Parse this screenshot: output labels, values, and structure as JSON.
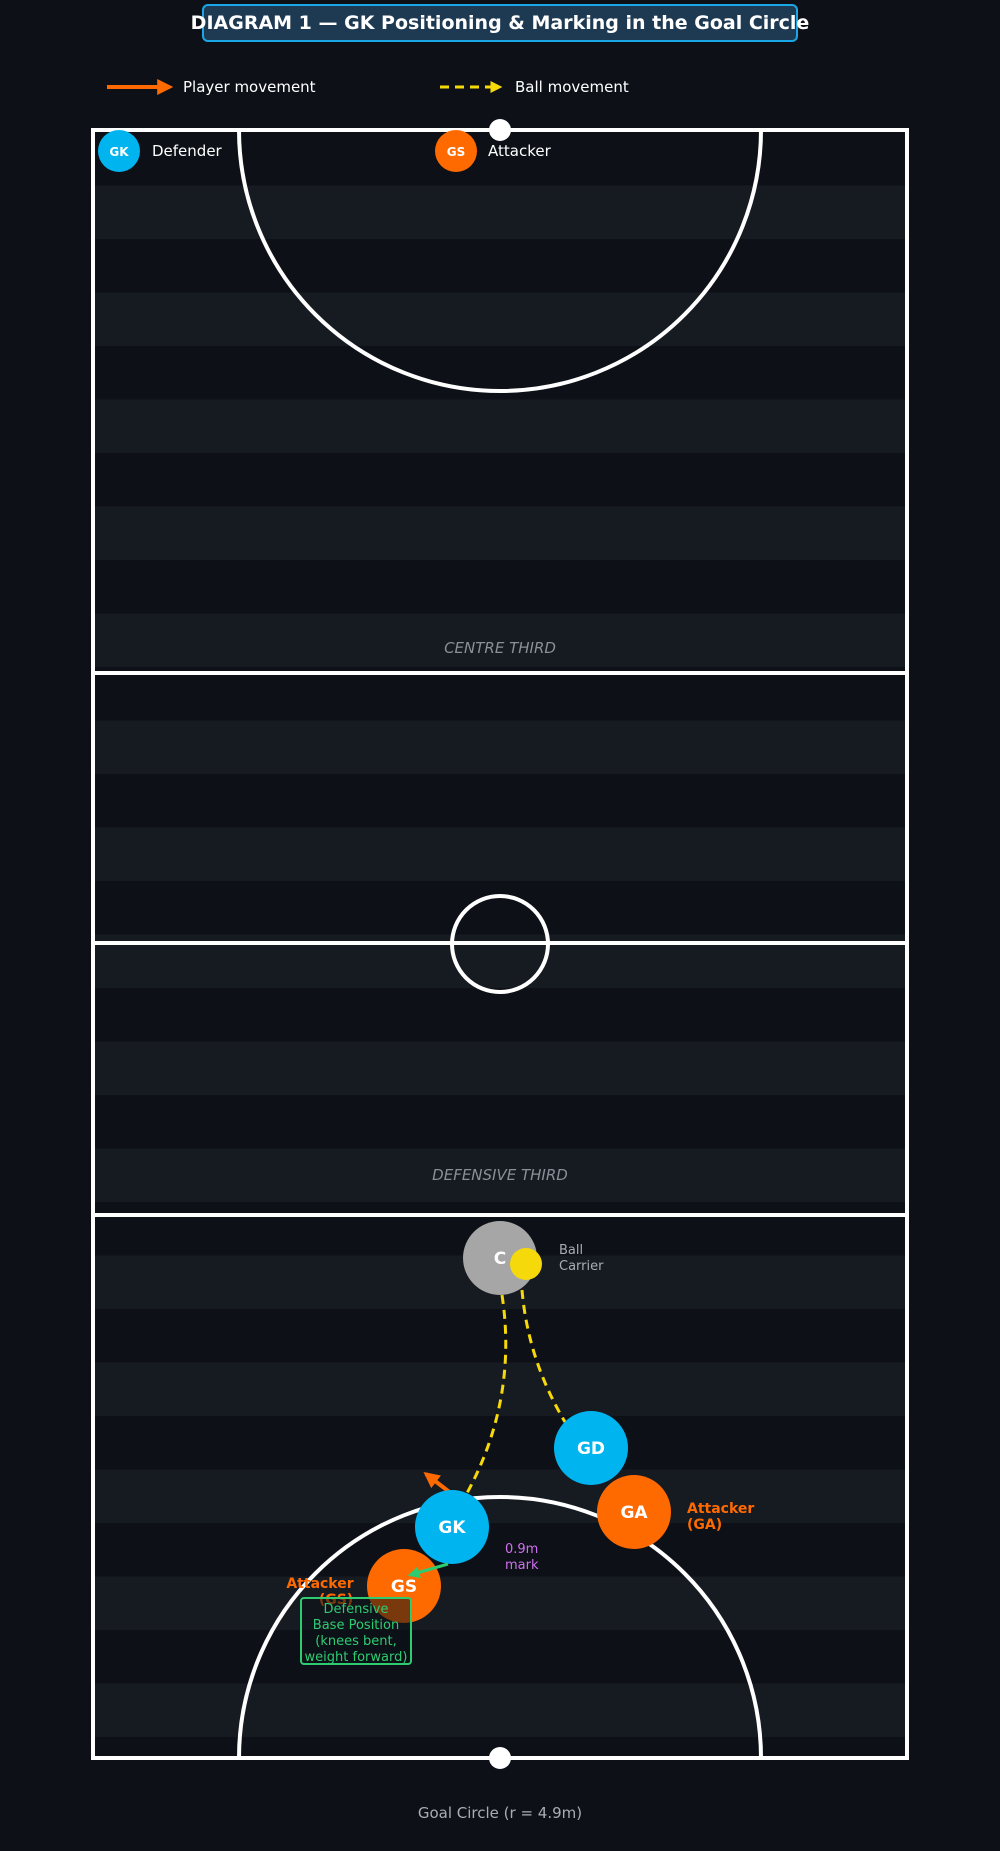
{
  "title": "DIAGRAM 1 — GK Positioning & Marking in the Goal Circle",
  "legend": {
    "player_movement": "Player movement",
    "ball_movement": "Ball movement",
    "defender_badge": "GK",
    "defender": "Defender",
    "attacker_badge": "GS",
    "attacker": "Attacker"
  },
  "court": {
    "centre_third": "CENTRE THIRD",
    "defensive_third": "DEFENSIVE THIRD",
    "goal_circle_caption": "Goal Circle (r = 4.9m)"
  },
  "players": {
    "c": "C",
    "gd": "GD",
    "ga": "GA",
    "gk": "GK",
    "gs": "GS"
  },
  "annotations": {
    "ball_carrier_1": "Ball",
    "ball_carrier_2": "Carrier",
    "attacker_ga_1": "Attacker",
    "attacker_ga_2": "(GA)",
    "attacker_gs_1": "Attacker",
    "attacker_gs_2": "(GS)",
    "mark_1": "0.9m",
    "mark_2": "mark",
    "base_1": "Defensive",
    "base_2": "Base Position",
    "base_3": "(knees bent,",
    "base_4": "weight forward)"
  },
  "colors": {
    "background": "#0d1117",
    "stripe": "#161a21",
    "lines": "#ffffff",
    "defender": "#00b4f0",
    "attacker": "#ff6a00",
    "centre": "#a6a6a6",
    "ball": "#f5d90a",
    "player_arrow": "#ff6a00",
    "marking_arrow": "#2ecc71",
    "mark_text": "#d070f0",
    "base_box": "#2ecc71",
    "muted_text": "#8a8f99"
  }
}
